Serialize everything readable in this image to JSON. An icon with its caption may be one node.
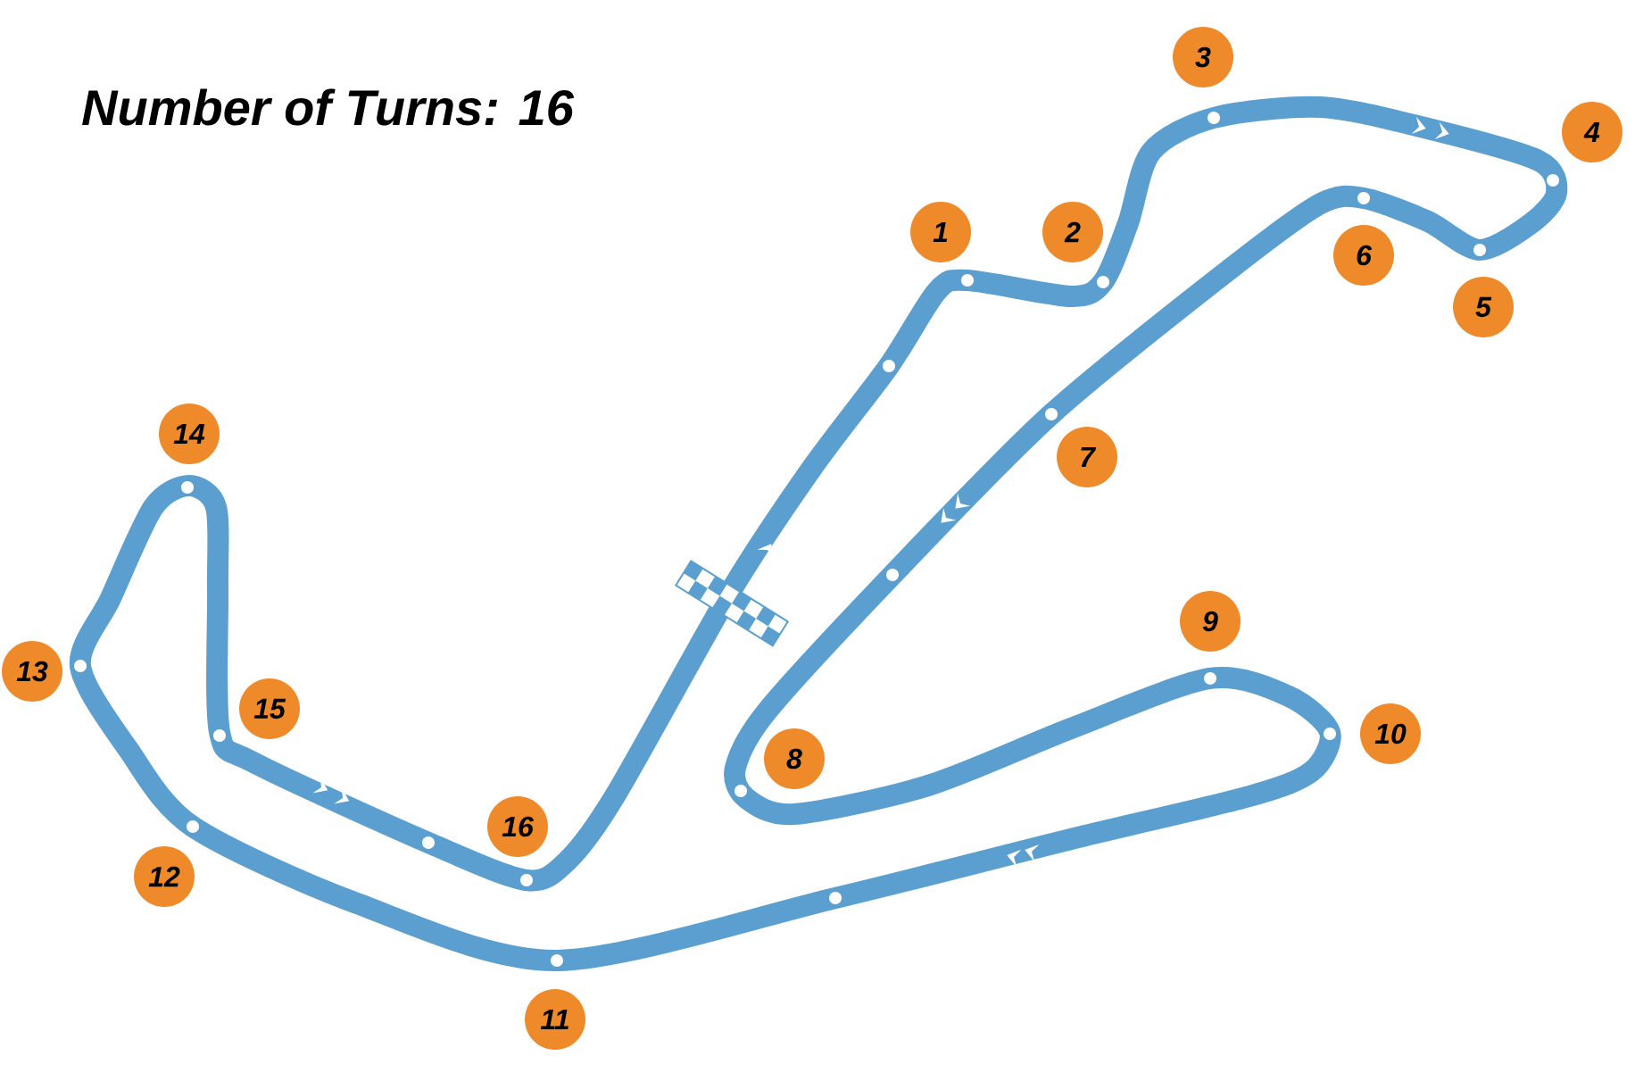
{
  "diagram": {
    "title": "Number of Turns: 16",
    "nodes": [
      {
        "text": [
          "1"
        ]
      },
      {
        "text": [
          "2"
        ]
      },
      {
        "text": [
          "3"
        ]
      },
      {
        "text": [
          "4"
        ]
      },
      {
        "text": [
          "5"
        ]
      },
      {
        "text": [
          "6"
        ]
      },
      {
        "text": [
          "7"
        ]
      },
      {
        "text": [
          "8"
        ]
      },
      {
        "text": [
          "9"
        ]
      },
      {
        "text": [
          "10"
        ]
      },
      {
        "text": [
          "11"
        ]
      },
      {
        "text": [
          "12"
        ]
      },
      {
        "text": [
          "13"
        ]
      },
      {
        "text": [
          "14"
        ]
      },
      {
        "text": [
          "15"
        ]
      },
      {
        "text": [
          "16"
        ]
      }
    ]
  }
}
